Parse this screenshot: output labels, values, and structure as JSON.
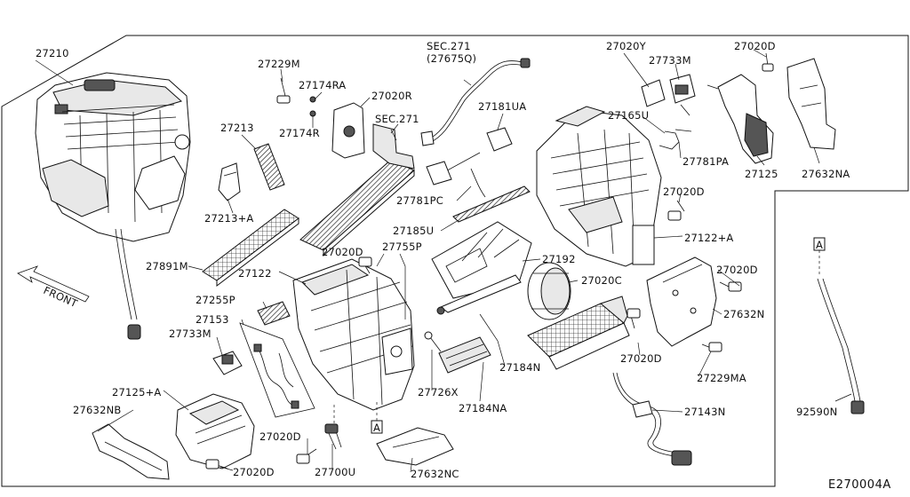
{
  "diagram_code": "E270004A",
  "front_label": "FRONT",
  "ref_a_marker": "A",
  "section_refs": {
    "sec271_top": "SEC.271",
    "sec271_top_sub": "(27675Q)",
    "sec271_mid": "SEC.271"
  },
  "callouts": {
    "c27210": "27210",
    "c27229M": "27229M",
    "c27174RA": "27174RA",
    "c27020R": "27020R",
    "c27174R": "27174R",
    "c27213": "27213",
    "c27213A": "27213+A",
    "c27891M": "27891M",
    "c27020Y": "27020Y",
    "c27733M_top": "27733M",
    "c27020D_top": "27020D",
    "c27181UA": "27181UA",
    "c27165U": "27165U",
    "c27781PA": "27781PA",
    "c27125": "27125",
    "c27632NA": "27632NA",
    "c27781PC": "27781PC",
    "c27185U": "27185U",
    "c27020D_r1": "27020D",
    "c27122A": "27122+A",
    "c27020D_mid": "27020D",
    "c27755P": "27755P",
    "c27122": "27122",
    "c27192": "27192",
    "c27020C": "27020C",
    "c27020D_r2": "27020D",
    "c27255P": "27255P",
    "c27632N": "27632N",
    "c27153": "27153",
    "c27733M_left": "27733M",
    "c27184N": "27184N",
    "c27020D_r3": "27020D",
    "c27229MA": "27229MA",
    "c27726X": "27726X",
    "c27125A": "27125+A",
    "c27184NA": "27184NA",
    "c27143N": "27143N",
    "c27632NB": "27632NB",
    "c92590N": "92590N",
    "c27020D_b1": "27020D",
    "c27700U": "27700U",
    "c27020D_b2": "27020D",
    "c27632NC": "27632NC"
  }
}
